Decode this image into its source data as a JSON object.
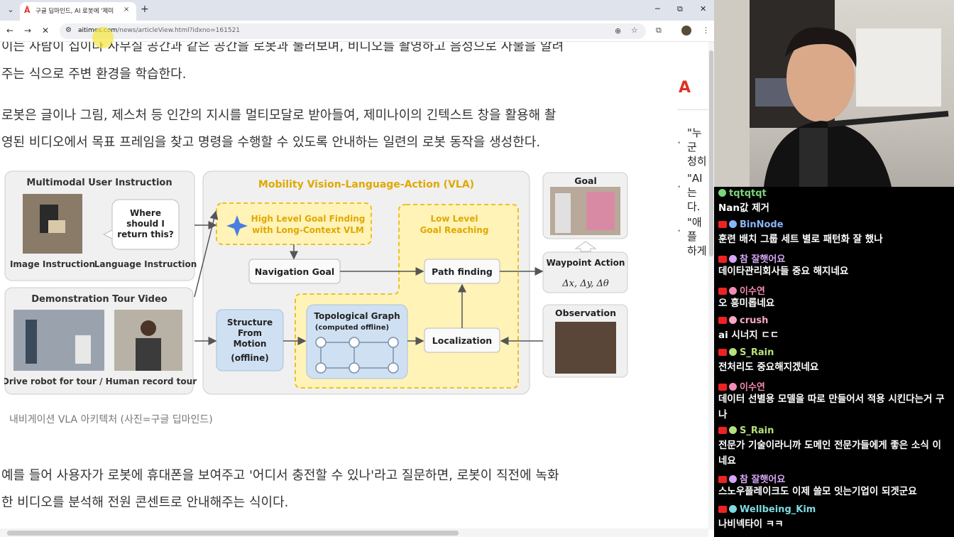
{
  "browser": {
    "tab_title": "구글 딥마인드, AI 로봇에 '제미",
    "tab_favicon": "Å",
    "tab_close": "×",
    "new_tab": "+",
    "tabs_menu": "⌄",
    "window": {
      "minimize": "─",
      "maximize": "⧉",
      "close": "✕"
    },
    "url_host": "aitimes.com",
    "url_path": "/news/articleView.html?idxno=161521"
  },
  "article": {
    "para0": "이는 사람이 집이나 사무실 공간과 같은 공간을 로봇과 둘러보며, 비디오를 촬영하고 음성으로 사물을 알려",
    "para1": "주는 식으로 주변 환경을 학습한다.",
    "para2": "로봇은 글이나 그림, 제스처 등 인간의 지시를 멀티모달로 받아들여, 제미나이의 긴텍스트 창을 활용해 촬",
    "para3": "영된 비디오에서 목표 프레임을 찾고 명령을 수행할 수 있도록 안내하는 일련의 로봇 동작을 생성한다.",
    "caption": "내비게이션 VLA 아키텍처 (사진=구글 딥마인드)",
    "para4": "예를 들어 사용자가 로봇에 휴대폰을 보여주고 '어디서 충전할 수 있나'라고 질문하면, 로봇이 직전에 녹화",
    "para5": "한 비디오를 분석해 전원 콘센트로 안내해주는 식이다."
  },
  "figure": {
    "multimodal_title": "Multimodal User Instruction",
    "bubble_line1": "Where",
    "bubble_line2": "should I",
    "bubble_line3": "return this?",
    "image_instruction": "Image Instruction",
    "language_instruction": "Language Instruction",
    "tour_title": "Demonstration Tour Video",
    "tour_caption": "Drive robot for tour  /  Human record tour",
    "vla_title": "Mobility Vision-Language-Action (VLA)",
    "high_level_1": "High Level Goal Finding",
    "high_level_2": "with Long-Context VLM",
    "low_level_1": "Low Level",
    "low_level_2": "Goal Reaching",
    "nav_goal": "Navigation Goal",
    "path_finding": "Path finding",
    "sfm_1": "Structure",
    "sfm_2": "From",
    "sfm_3": "Motion",
    "sfm_4": "(offline)",
    "topo_1": "Topological Graph",
    "topo_2": "(computed offline)",
    "localization": "Localization",
    "goal": "Goal",
    "waypoint": "Waypoint Action",
    "waypoint_math": "Δx, Δy, Δθ",
    "observation": "Observation"
  },
  "sidebar": {
    "news1_l1": "\"누군",
    "news1_l2": "청히",
    "news2_l1": "\"AI는",
    "news2_l2": "다. ",
    "news3_l1": "\"애플",
    "news3_l2": "하게"
  },
  "chat": [
    {
      "user": "tqtqtqt",
      "color": "#7bd67b",
      "msg": "Nan값 제거"
    },
    {
      "user": "BinNode",
      "color": "#8ab4f8",
      "msg": "훈련 배치 그룹 세트 별로 패턴화 잘 했나"
    },
    {
      "user": "참 잘햇어요",
      "color": "#d7a6f5",
      "msg": "데이타관리회사들 중요 해지네요"
    },
    {
      "user": "이수연",
      "color": "#f28bb5",
      "msg": "오 흥미롭네요"
    },
    {
      "user": "crush",
      "color": "#f5a8c8",
      "msg": "ai 시너지 ㄷㄷ"
    },
    {
      "user": "S_Rain",
      "color": "#b6e07a",
      "msg": "전처리도 중요해지겠네요"
    },
    {
      "user": "이수연",
      "color": "#f28bb5",
      "msg": "데이터 선별용 모델을 따로 만들어서 적용 시킨다는거 구나"
    },
    {
      "user": "S_Rain",
      "color": "#b6e07a",
      "msg": "전문가 기술이라니까 도메인 전문가들에게 좋은 소식 이네요"
    },
    {
      "user": "참 잘햇어요",
      "color": "#d7a6f5",
      "msg": "스노우플레이크도 이제 쓸모 잇는기업이 되겟군요"
    },
    {
      "user": "Wellbeing_Kim",
      "color": "#7fd9e0",
      "msg": "나비넥타이 ㅋㅋ"
    }
  ]
}
